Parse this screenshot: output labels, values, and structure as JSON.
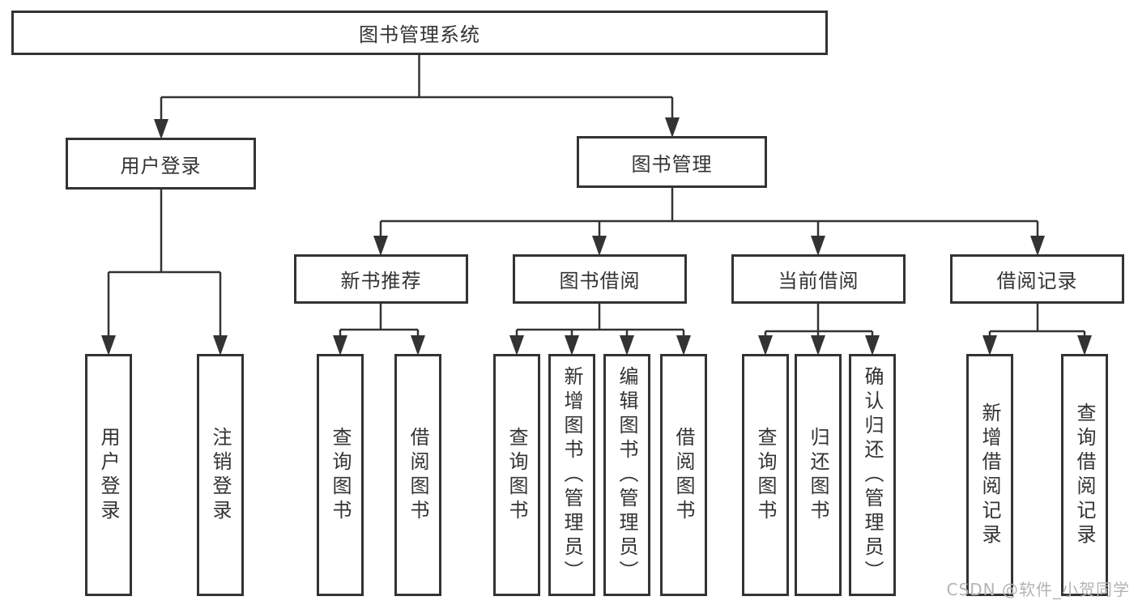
{
  "colors": {
    "background": "#ffffff",
    "box_border": "#333333",
    "line": "#333333",
    "text": "#333333",
    "watermark_text": "#b4b4b4"
  },
  "diagram": {
    "root": "图书管理系统",
    "branches": [
      {
        "label": "用户登录",
        "children": [
          "用户登录",
          "注销登录"
        ]
      },
      {
        "label": "图书管理",
        "children": [
          {
            "label": "新书推荐",
            "children": [
              "查询图书",
              "借阅图书"
            ]
          },
          {
            "label": "图书借阅",
            "children": [
              "查询图书",
              "新增图书（管理员）",
              "编辑图书（管理员）",
              "借阅图书"
            ]
          },
          {
            "label": "当前借阅",
            "children": [
              "查询图书",
              "归还图书",
              "确认归还（管理员）"
            ]
          },
          {
            "label": "借阅记录",
            "children": [
              "新增借阅记录",
              "查询借阅记录"
            ]
          }
        ]
      }
    ]
  },
  "watermark": "CSDN @软件_小贺同学"
}
